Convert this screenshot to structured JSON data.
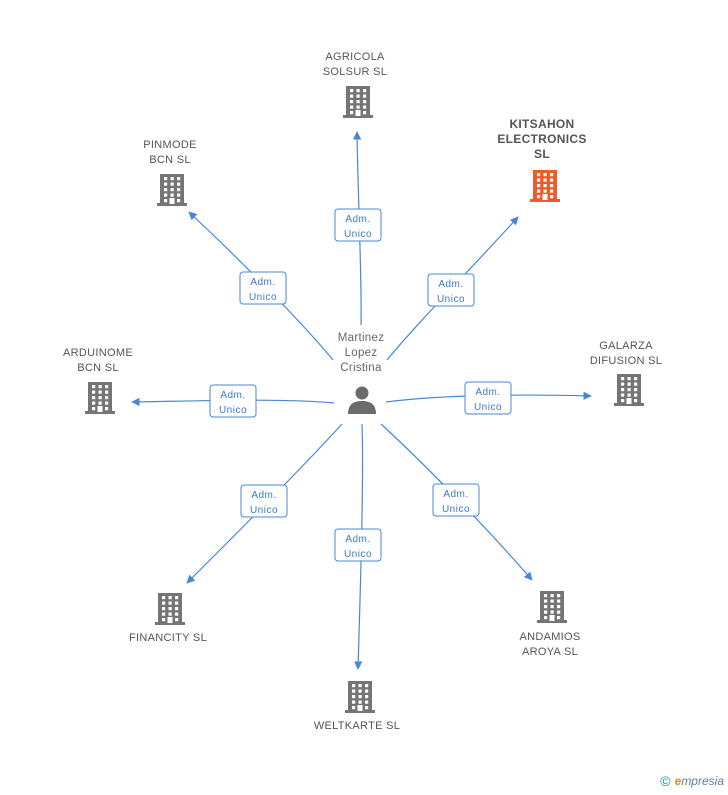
{
  "diagram": {
    "center": {
      "name_lines": [
        "Martinez",
        "Lopez",
        "Cristina"
      ],
      "icon": "person-icon"
    },
    "colors": {
      "edge": "#4a86d6",
      "building": "#757575",
      "highlight": "#ee5a2a"
    },
    "edge_label_lines": [
      "Adm.",
      "Unico"
    ],
    "nodes": [
      {
        "id": "agricola",
        "lines": [
          "AGRICOLA",
          "SOLSUR SL"
        ],
        "highlight": false
      },
      {
        "id": "kitsahon",
        "lines": [
          "KITSAHON",
          "ELECTRONICS",
          "SL"
        ],
        "highlight": true
      },
      {
        "id": "pinmode",
        "lines": [
          "PINMODE",
          "BCN  SL"
        ],
        "highlight": false
      },
      {
        "id": "galarza",
        "lines": [
          "GALARZA",
          "DIFUSION  SL"
        ],
        "highlight": false
      },
      {
        "id": "arduinome",
        "lines": [
          "ARDUINOME",
          "BCN  SL"
        ],
        "highlight": false
      },
      {
        "id": "andamios",
        "lines": [
          "ANDAMIOS",
          "AROYA SL"
        ],
        "highlight": false
      },
      {
        "id": "financity",
        "lines": [
          "FINANCITY SL"
        ],
        "highlight": false
      },
      {
        "id": "weltkarte",
        "lines": [
          "WELTKARTE SL"
        ],
        "highlight": false
      }
    ]
  },
  "footer": {
    "copyright": "©",
    "brand_initial": "e",
    "brand_rest": "mpresia"
  }
}
